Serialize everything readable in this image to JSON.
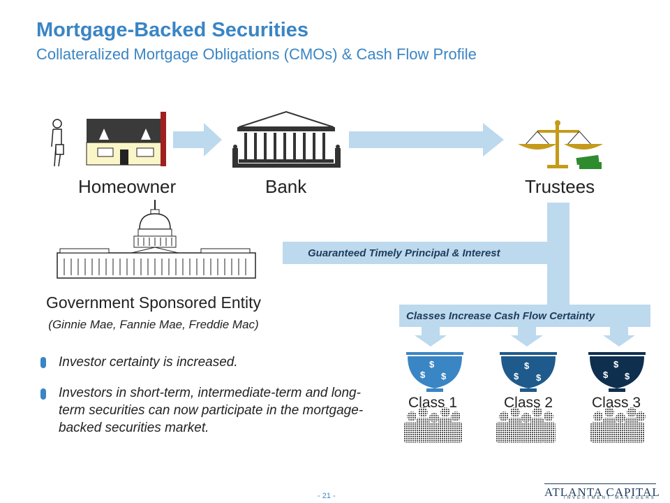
{
  "header": {
    "title": "Mortgage-Backed Securities",
    "subtitle": "Collateralized Mortgage Obligations (CMOs) & Cash Flow Profile"
  },
  "flow": {
    "homeowner": "Homeowner",
    "bank": "Bank",
    "trustees": "Trustees"
  },
  "gse": {
    "name": "Government Sponsored Entity",
    "examples": "(Ginnie Mae, Fannie Mae, Freddie Mac)"
  },
  "banners": {
    "guarantee": "Guaranteed Timely Principal & Interest",
    "classes": "Classes Increase Cash Flow Certainty"
  },
  "classes": [
    {
      "label": "Class 1",
      "color": "#3a85c4"
    },
    {
      "label": "Class 2",
      "color": "#1e5a8c"
    },
    {
      "label": "Class 3",
      "color": "#0f2f4f"
    }
  ],
  "dollar_symbol": "$",
  "bullets": [
    "Investor certainty is increased.",
    "Investors in short-term, intermediate-term and long-term securities can now participate in the mortgage-backed securities market."
  ],
  "footer": {
    "page": "- 21 -",
    "brand": "ATLANTA CAPITAL",
    "brand_sub": "INVESTMENT MANAGERS"
  },
  "colors": {
    "accent": "#3a85c4",
    "arrow": "#bcd9ee",
    "dark": "#1f3c5c"
  }
}
